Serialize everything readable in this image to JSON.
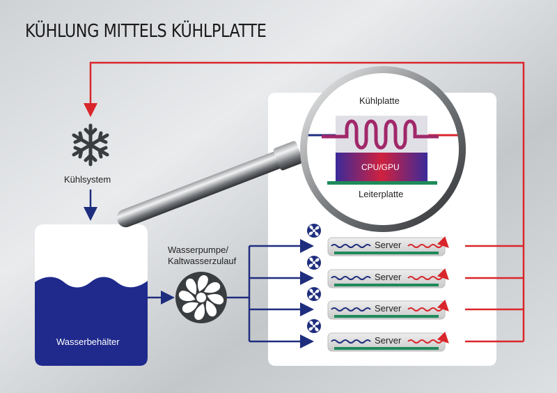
{
  "title": "KÜHLUNG MITTELS KÜHLPLATTE",
  "labels": {
    "cooling_system": "Kühlsystem",
    "pump_line1": "Wasserpumpe/",
    "pump_line2": "Kaltwasserzulauf",
    "tank": "Wasserbehälter",
    "cooling_plate": "Kühlplatte",
    "chip": "CPU/GPU",
    "circuit_board": "Leiterplatte"
  },
  "servers": [
    {
      "label": "Server"
    },
    {
      "label": "Server"
    },
    {
      "label": "Server"
    },
    {
      "label": "Server"
    }
  ],
  "colors": {
    "cold": "#1e2d7d",
    "hot": "#d9262b",
    "board": "#1e8a5a",
    "panel": "#ffffff"
  },
  "icons": [
    "snowflake-icon",
    "pump-fan-icon",
    "server-fan-icon",
    "magnifier-icon"
  ]
}
